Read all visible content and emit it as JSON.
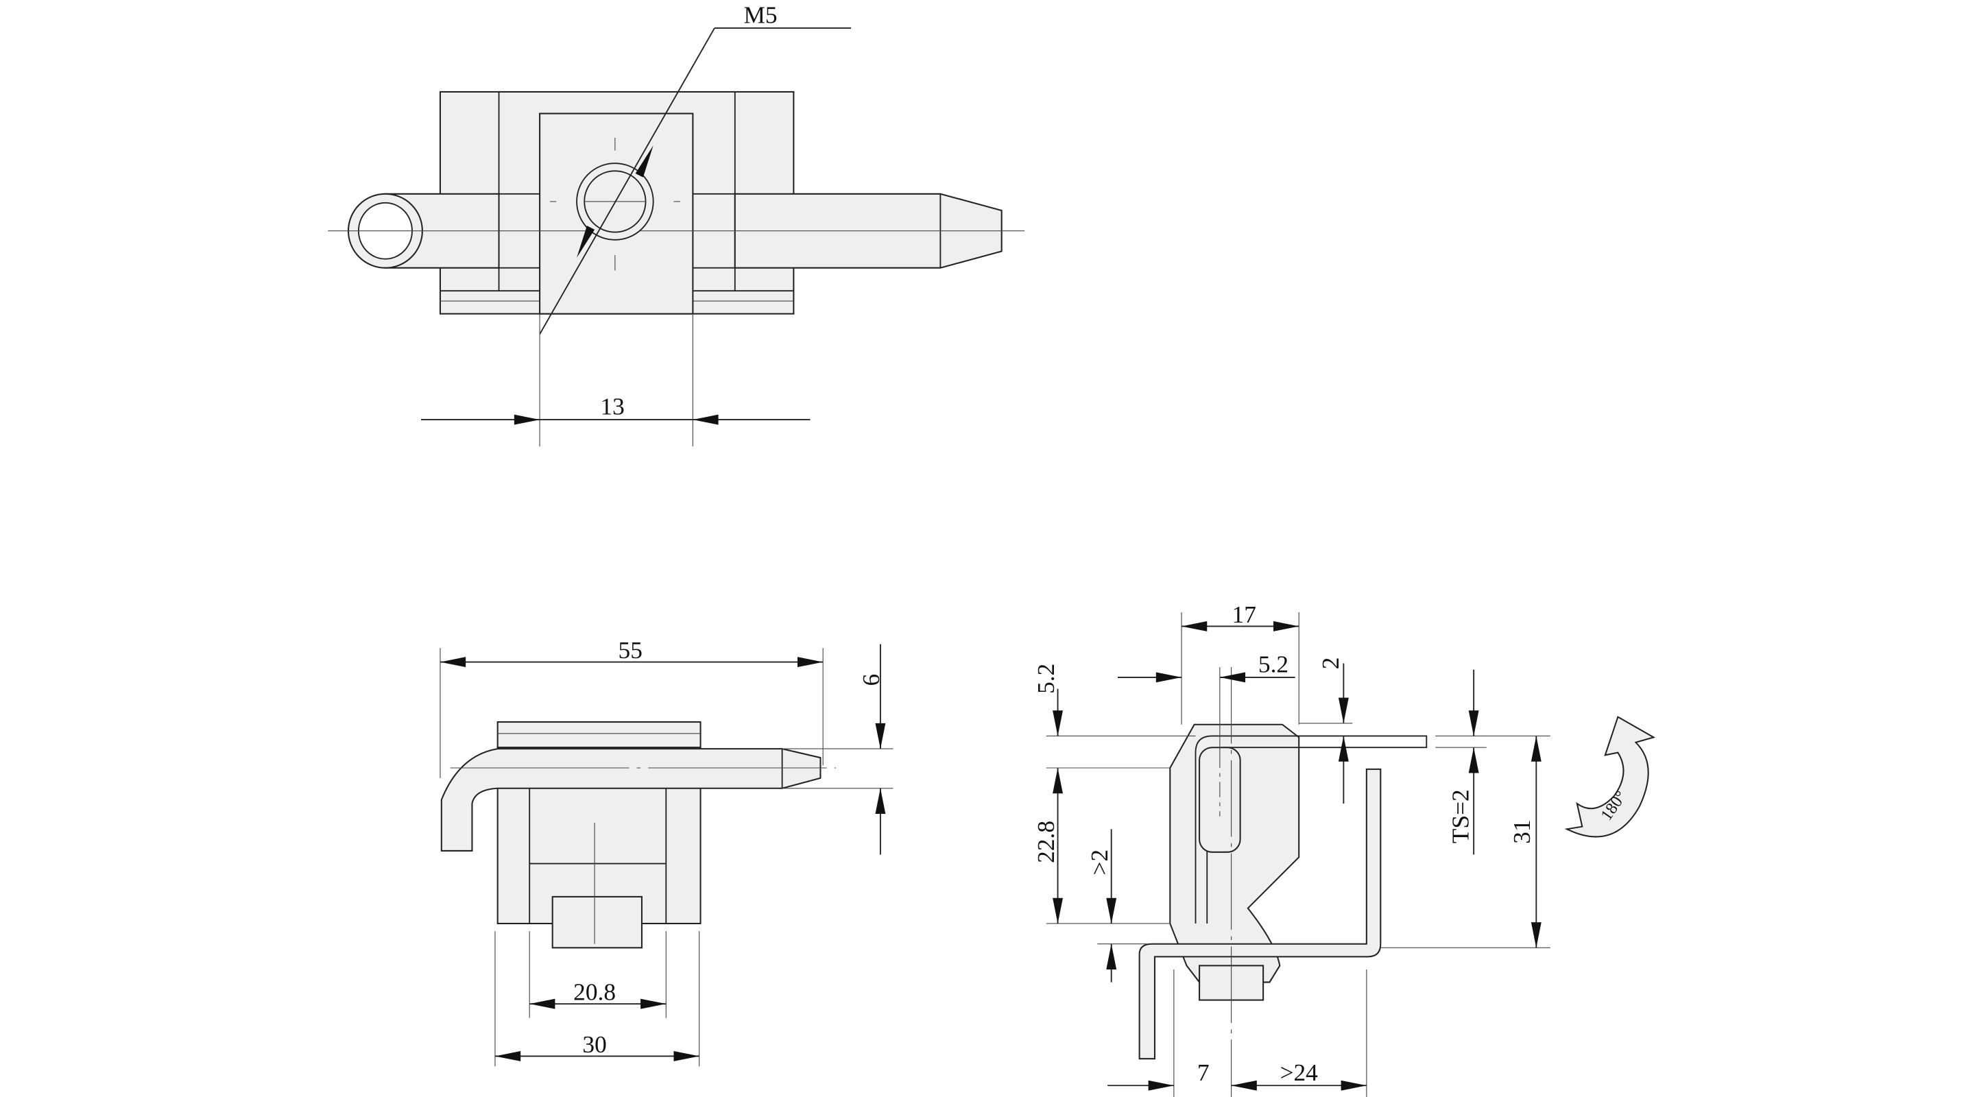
{
  "top_view": {
    "thread_label": "M5",
    "dim_hole_spacing": "13"
  },
  "front_view": {
    "dim_overall_length": "55",
    "dim_pin_height": "6",
    "dim_inner_width": "20.8",
    "dim_outer_width": "30"
  },
  "side_view": {
    "dim_width": "17",
    "dim_offset_horizontal": "5.2",
    "dim_offset_vertical": "5.2",
    "dim_gap": "2",
    "dim_height": "22.8",
    "dim_min_clearance": ">2",
    "dim_sheet_thickness": "TS=2",
    "dim_total_height": "31",
    "dim_pin_offset": "7",
    "dim_min_reach": ">24",
    "rotation_label": "180°"
  }
}
